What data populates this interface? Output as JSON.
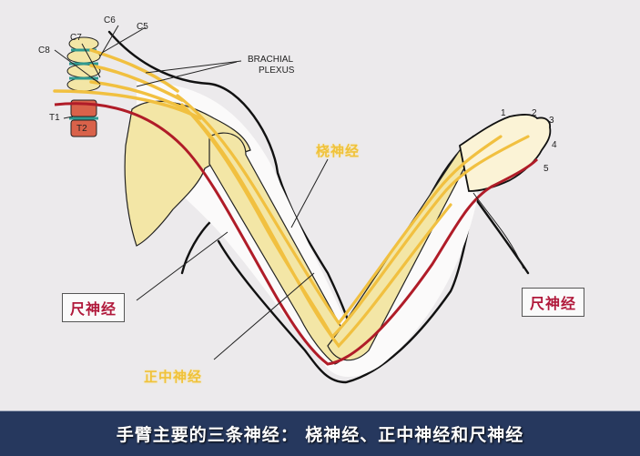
{
  "diagram": {
    "title": "手臂主要的三条神经： 桡神经、正中神经和尺神经",
    "vertebra_labels": [
      "C5",
      "C6",
      "C7",
      "C8",
      "T1",
      "T2"
    ],
    "plexus_label_line1": "BRACHIAL",
    "plexus_label_line2": "PLEXUS",
    "finger_labels": [
      "1",
      "2",
      "3",
      "4",
      "5"
    ],
    "nerves": {
      "radial": {
        "label": "桡神经",
        "color": "#f0c23a"
      },
      "median": {
        "label": "正中神经",
        "color": "#f0c23a"
      },
      "ulnar_left": {
        "label": "尺神经",
        "color": "#b0183a"
      },
      "ulnar_right": {
        "label": "尺神经",
        "color": "#b0183a"
      }
    },
    "colors": {
      "background": "#eceaec",
      "bone": "#f3e6a6",
      "nerve_yellow": "#f1c040",
      "nerve_red": "#b01c28",
      "vertebra_red": "#d9624a",
      "disc_teal": "#2f9a90",
      "footer_bg": "#26385e"
    }
  }
}
